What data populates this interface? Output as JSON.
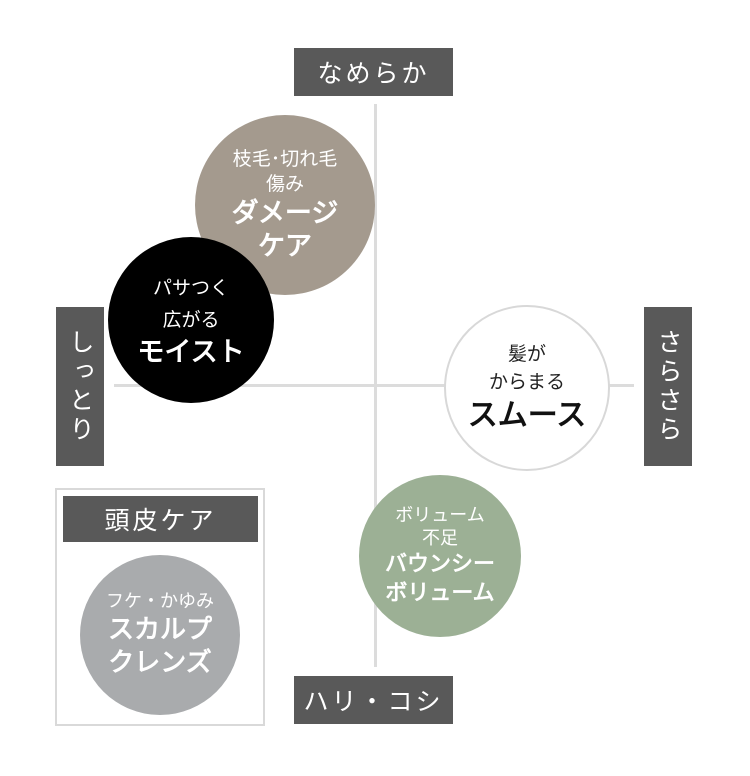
{
  "axes": {
    "top": "なめらか",
    "bottom": "ハリ・コシ",
    "left": "しっとり",
    "right": "さらさら"
  },
  "items": {
    "damage": {
      "sub1": "枝毛･切れ毛",
      "sub2": "傷み",
      "main1": "ダメージ",
      "main2": "ケア"
    },
    "moist": {
      "sub1": "パサつく",
      "sub2": "広がる",
      "main1": "モイスト"
    },
    "smooth": {
      "sub1": "髪が",
      "sub2": "からまる",
      "main1": "スムース"
    },
    "volume": {
      "sub1": "ボリューム",
      "sub2": "不足",
      "main1": "バウンシー",
      "main2": "ボリューム"
    },
    "scalp": {
      "header": "頭皮ケア",
      "sub1": "フケ・かゆみ",
      "main1": "スカルプ",
      "main2": "クレンズ"
    }
  }
}
